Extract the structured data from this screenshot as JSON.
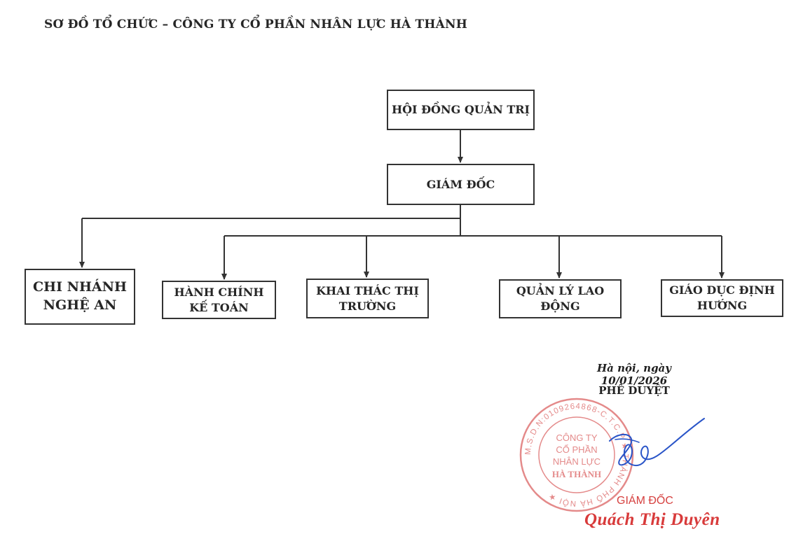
{
  "title": "SƠ ĐỒ TỔ CHỨC – CÔNG TY CỔ PHẦN NHÂN LỰC HÀ THÀNH",
  "org": {
    "board": "HỘI ĐỒNG QUẢN TRỊ",
    "director": "GIÁM ĐỐC",
    "branch": "CHI NHÁNH NGHỆ AN",
    "departments": [
      "HÀNH CHÍNH KẾ TOÁN",
      "KHAI THÁC THỊ TRƯỜNG",
      "QUẢN LÝ LAO ĐỘNG",
      "GIÁO DỤC ĐỊNH HƯỚNG"
    ]
  },
  "approval": {
    "date": "Hà nội, ngày 10/01/2026",
    "label": "PHÊ DUYỆT",
    "role": "GIÁM ĐỐC",
    "name": "Quách Thị Duyên"
  },
  "stamp": {
    "ring_text": "M.S.D.N:0109264868-C.T.C.P ★ THÀNH PHỐ HÀ NỘI",
    "line1": "CÔNG TY",
    "line2": "CỔ PHẦN",
    "line3": "NHÂN LỰC",
    "line4": "HÀ THÀNH"
  },
  "colors": {
    "stamp": "#e48a8a",
    "signature": "#2a55c8",
    "signer": "#d83a3a"
  }
}
